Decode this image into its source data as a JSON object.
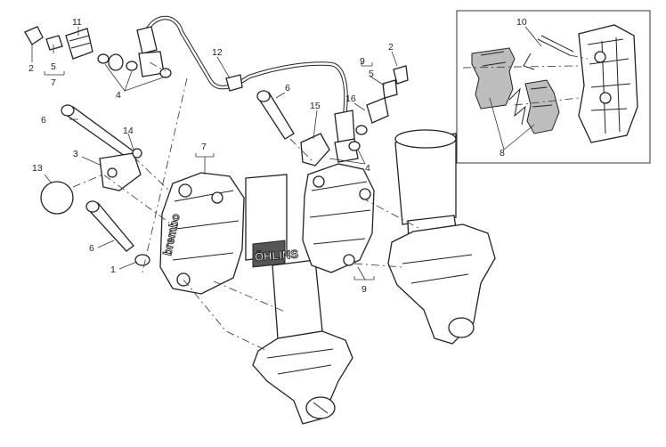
{
  "callouts": {
    "c1": "1",
    "c2a": "2",
    "c2b": "2",
    "c3": "3",
    "c4a": "4",
    "c4b": "4",
    "c5a": "5",
    "c5b": "5",
    "c6a": "6",
    "c6b": "6",
    "c6c": "6",
    "c7a": "7",
    "c7b": "7",
    "c8": "8",
    "c9a": "9",
    "c9b": "9",
    "c10": "10",
    "c11": "11",
    "c12": "12",
    "c13": "13",
    "c14": "14",
    "c15": "15",
    "c16": "16"
  },
  "caliper_branding": {
    "left_caliper": "brembo",
    "fork_label": "ÖHLINS"
  }
}
